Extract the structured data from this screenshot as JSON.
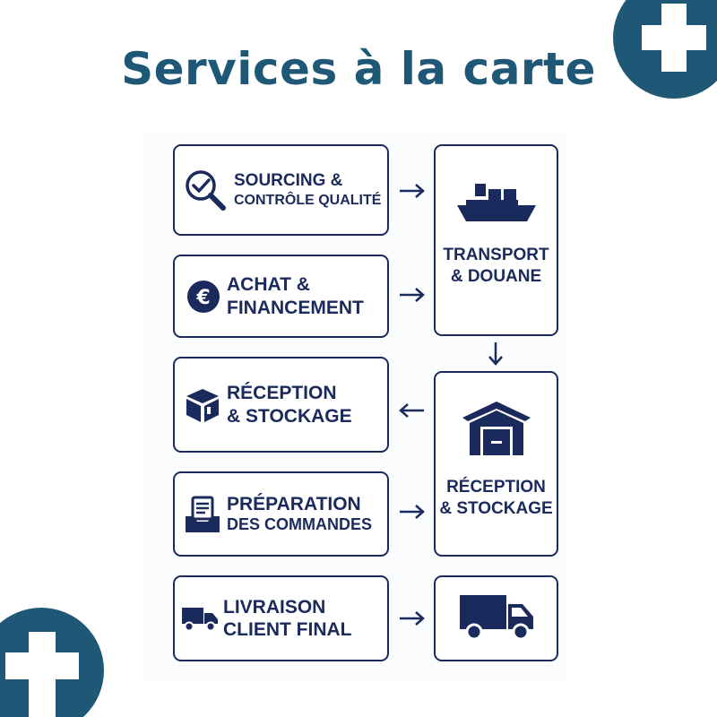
{
  "title": "Services à la carte",
  "colors": {
    "title": "#1f5876",
    "accent_cross": "#1f5876",
    "diagram_ink": "#1b2a5c"
  },
  "services": [
    {
      "icon": "magnifier-check-icon",
      "line1": "SOURCING &",
      "line2": "CONTRÔLE QUALITÉ"
    },
    {
      "icon": "euro-icon",
      "line1": "ACHAT &",
      "line2": "FINANCEMENT"
    },
    {
      "icon": "box-icon",
      "line1": "RÉCEPTION",
      "line2": "& STOCKAGE"
    },
    {
      "icon": "order-tray-icon",
      "line1": "PRÉPARATION",
      "line2": "DES COMMANDES"
    },
    {
      "icon": "delivery-truck-icon",
      "line1": "LIVRAISON",
      "line2": "CLIENT FINAL"
    }
  ],
  "stages": [
    {
      "icon": "cargo-ship-icon",
      "line1": "TRANSPORT",
      "line2": "& DOUANE"
    },
    {
      "icon": "warehouse-icon",
      "line1": "RÉCEPTION",
      "line2": "& STOCKAGE"
    },
    {
      "icon": "truck-icon"
    }
  ],
  "arrows": [
    "right",
    "right",
    "down",
    "left",
    "right",
    "right"
  ]
}
